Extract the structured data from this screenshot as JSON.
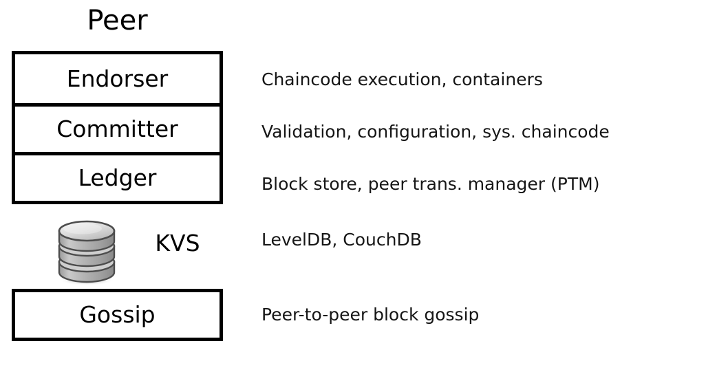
{
  "diagram": {
    "title": "Peer",
    "layers": [
      {
        "name": "Endorser",
        "description": "Chaincode execution, containers"
      },
      {
        "name": "Committer",
        "description": "Validation, configuration, sys. chaincode"
      },
      {
        "name": "Ledger",
        "description": "Block store, peer trans. manager (PTM)"
      }
    ],
    "storage": {
      "name": "KVS",
      "description": "LevelDB, CouchDB",
      "icon": "database-cylinder-icon"
    },
    "network": {
      "name": "Gossip",
      "description": "Peer-to-peer block gossip"
    },
    "colors": {
      "background": "#ffffff",
      "stroke": "#000000",
      "text": "#000000",
      "annotation_text": "#161616",
      "cylinder_light": "#e2e2e2",
      "cylinder_mid": "#b6b6b6",
      "cylinder_dark": "#8f8f8f",
      "cylinder_outline": "#4d4d4d"
    }
  }
}
